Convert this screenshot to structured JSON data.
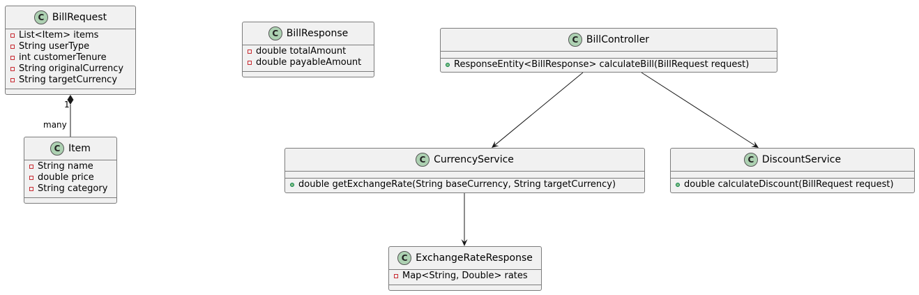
{
  "badge_letter": "C",
  "classes": {
    "bill_request": {
      "name": "BillRequest",
      "fields": [
        {
          "vis": "private",
          "text": "List<Item> items"
        },
        {
          "vis": "private",
          "text": "String userType"
        },
        {
          "vis": "private",
          "text": "int customerTenure"
        },
        {
          "vis": "private",
          "text": "String originalCurrency"
        },
        {
          "vis": "private",
          "text": "String targetCurrency"
        }
      ],
      "methods": []
    },
    "item": {
      "name": "Item",
      "fields": [
        {
          "vis": "private",
          "text": "String name"
        },
        {
          "vis": "private",
          "text": "double price"
        },
        {
          "vis": "private",
          "text": "String category"
        }
      ],
      "methods": []
    },
    "bill_response": {
      "name": "BillResponse",
      "fields": [
        {
          "vis": "private",
          "text": "double totalAmount"
        },
        {
          "vis": "private",
          "text": "double payableAmount"
        }
      ],
      "methods": []
    },
    "bill_controller": {
      "name": "BillController",
      "fields": [],
      "methods": [
        {
          "vis": "public",
          "text": "ResponseEntity<BillResponse> calculateBill(BillRequest request)"
        }
      ]
    },
    "currency_service": {
      "name": "CurrencyService",
      "fields": [],
      "methods": [
        {
          "vis": "public",
          "text": "double getExchangeRate(String baseCurrency, String targetCurrency)"
        }
      ]
    },
    "discount_service": {
      "name": "DiscountService",
      "fields": [],
      "methods": [
        {
          "vis": "public",
          "text": "double calculateDiscount(BillRequest request)"
        }
      ]
    },
    "exchange_rate_response": {
      "name": "ExchangeRateResponse",
      "fields": [
        {
          "vis": "private",
          "text": "Map<String, Double> rates"
        }
      ],
      "methods": []
    }
  },
  "relations": [
    {
      "from": "bill_request",
      "to": "item",
      "kind": "composition",
      "from_mult": "1",
      "to_mult": "many"
    },
    {
      "from": "bill_controller",
      "to": "currency_service",
      "kind": "dependency"
    },
    {
      "from": "bill_controller",
      "to": "discount_service",
      "kind": "dependency"
    },
    {
      "from": "currency_service",
      "to": "exchange_rate_response",
      "kind": "dependency"
    }
  ],
  "colors": {
    "class_fill": "#f1f1f1",
    "class_border": "#7b7b7b",
    "badge_fill": "#add1b2",
    "private_marker": "#c82930",
    "public_marker": "#84be84",
    "edge": "#181818"
  }
}
